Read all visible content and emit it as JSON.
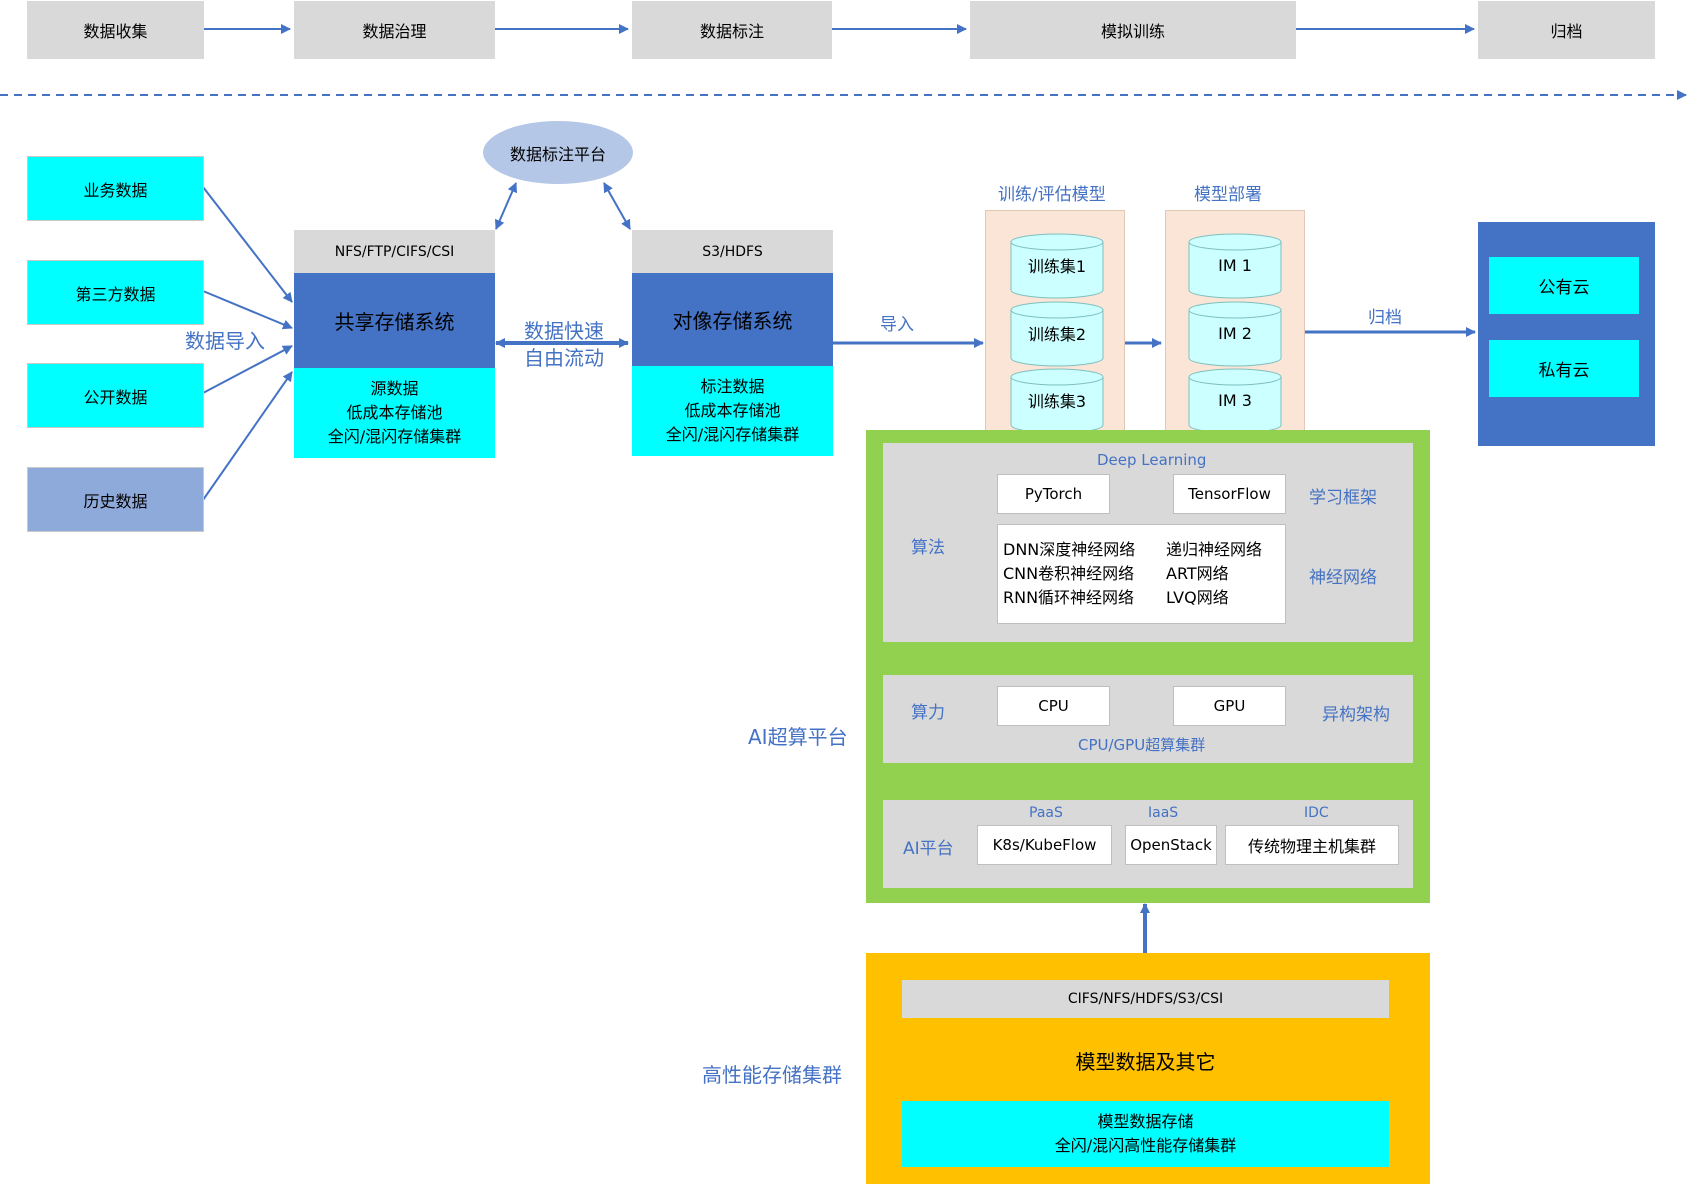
{
  "stages": [
    "数据收集",
    "数据治理",
    "数据标注",
    "模拟训练",
    "归档"
  ],
  "sources": [
    "业务数据",
    "第三方数据",
    "公开数据",
    "历史数据"
  ],
  "data_import_label": "数据导入",
  "annotation_platform": "数据标注平台",
  "shared_storage": {
    "protocol": "NFS/FTP/CIFS/CSI",
    "title": "共享存储系统",
    "details": "源数据\n低成本存储池\n全闪/混闪存储集群"
  },
  "flow_label": "数据快速\n自由流动",
  "object_storage": {
    "protocol": "S3/HDFS",
    "title": "对像存储系统",
    "details": "标注数据\n低成本存储池\n全闪/混闪存储集群"
  },
  "import_label": "导入",
  "train": {
    "title": "训练/评估模型",
    "items": [
      "训练集1",
      "训练集2",
      "训练集3"
    ]
  },
  "deploy": {
    "title": "模型部署",
    "items": [
      "IM 1",
      "IM 2",
      "IM 3"
    ]
  },
  "archive_label": "归档",
  "cloud": {
    "public": "公有云",
    "private": "私有云"
  },
  "ai_platform": {
    "title": "AI超算平台",
    "algorithm": {
      "label": "算法",
      "deep_learning": "Deep Learning",
      "frameworks": [
        "PyTorch",
        "TensorFlow"
      ],
      "framework_label": "学习框架",
      "networks_left": "DNN深度神经网络\nCNN卷积神经网络\nRNN循环神经网络",
      "networks_right": "递归神经网络\nART网络\nLVQ网络",
      "network_label": "神经网络"
    },
    "compute": {
      "label": "算力",
      "units": [
        "CPU",
        "GPU"
      ],
      "arch_label": "异构架构",
      "cluster_label": "CPU/GPU超算集群"
    },
    "platform": {
      "label": "AI平台",
      "tiers": [
        "PaaS",
        "IaaS",
        "IDC"
      ],
      "items": [
        "K8s/KubeFlow",
        "OpenStack",
        "传统物理主机集群"
      ]
    }
  },
  "hp_storage": {
    "title": "高性能存储集群",
    "protocol": "CIFS/NFS/HDFS/S3/CSI",
    "subtitle": "模型数据及其它",
    "details": "模型数据存储\n全闪/混闪高性能存储集群"
  },
  "colors": {
    "blue": "#4472c4",
    "light_blue": "#8eaadb",
    "cyan": "#00ffff",
    "gray": "#d9d9d9",
    "green": "#92d050",
    "orange": "#ffc000",
    "peach": "#fbe5d6",
    "ellipse": "#b4c7e7",
    "cylinder": "#ccffff"
  }
}
